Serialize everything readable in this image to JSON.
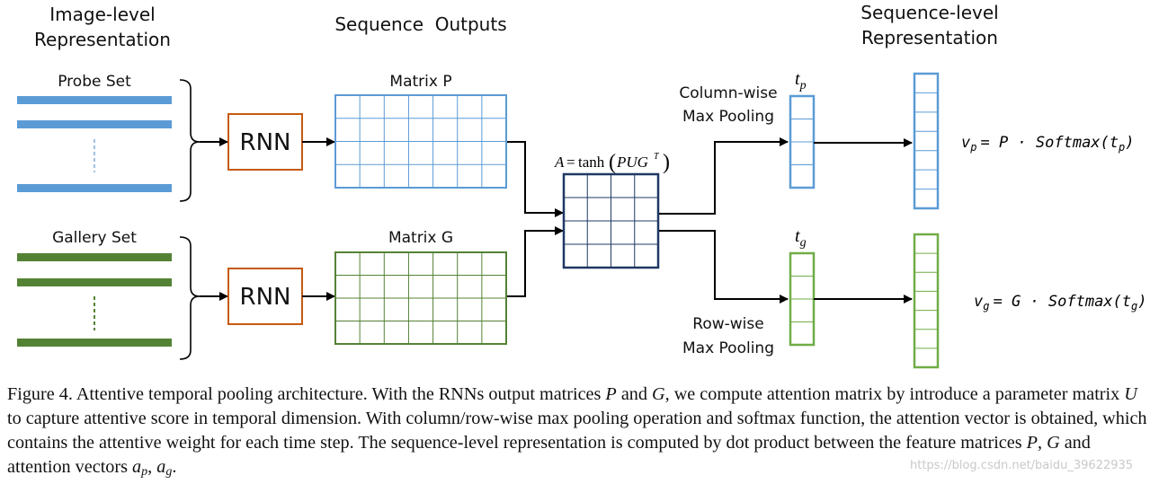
{
  "headers": {
    "image_level": [
      "Image-level",
      "Representation"
    ],
    "sequence_outputs": "Sequence  Outputs",
    "sequence_level": [
      "Sequence-level",
      "Representation"
    ]
  },
  "inputs": {
    "probe_set": "Probe Set",
    "gallery_set": "Gallery Set"
  },
  "rnn_label": "RNN",
  "matrices": {
    "p": "Matrix P",
    "g": "Matrix G"
  },
  "attention": {
    "lhs": "A",
    "eq": "=",
    "func": "tanh",
    "arg": "PUG",
    "sup": "T"
  },
  "pooling": {
    "column": [
      "Column-wise",
      "Max Pooling"
    ],
    "row": [
      "Row-wise",
      "Max Pooling"
    ]
  },
  "vectors": {
    "tp": {
      "main": "t",
      "sub": "p"
    },
    "tg": {
      "main": "t",
      "sub": "g"
    }
  },
  "formulas": {
    "vp": {
      "lhs": "v",
      "lhs_sub": "p",
      "rhs": "= P · Softmax(t",
      "rhs_sub": "p",
      "close": ")"
    },
    "vg": {
      "lhs": "v",
      "lhs_sub": "g",
      "rhs": "= G · Softmax(t",
      "rhs_sub": "g",
      "close": ")"
    }
  },
  "caption": {
    "p1": "Figure 4. Attentive temporal pooling architecture. With the RNNs output matrices ",
    "P": "P",
    "p2": " and ",
    "G": "G",
    "p3": ", we compute attention matrix by introduce a parameter matrix ",
    "U": "U",
    "p4": " to capture attentive score in temporal dimension. With column/row-wise max pooling operation and softmax function, the attention vector is obtained, which contains the attentive weight for each time step. The sequence-level representation is computed by dot product between the feature matrices ",
    "P2": "P",
    "p5": ", ",
    "G2": "G",
    "p6": " and attention vectors ",
    "ap": "a",
    "ap_sub": "p",
    "p7": ", ",
    "ag": "a",
    "ag_sub": "g",
    "p8": "."
  },
  "watermark": "https://blog.csdn.net/baidu_39622935",
  "colors": {
    "blue": "#5b9bd5",
    "green": "#548235",
    "light_green": "#70ad47",
    "orange": "#c55a11",
    "navy": "#1f3864"
  }
}
